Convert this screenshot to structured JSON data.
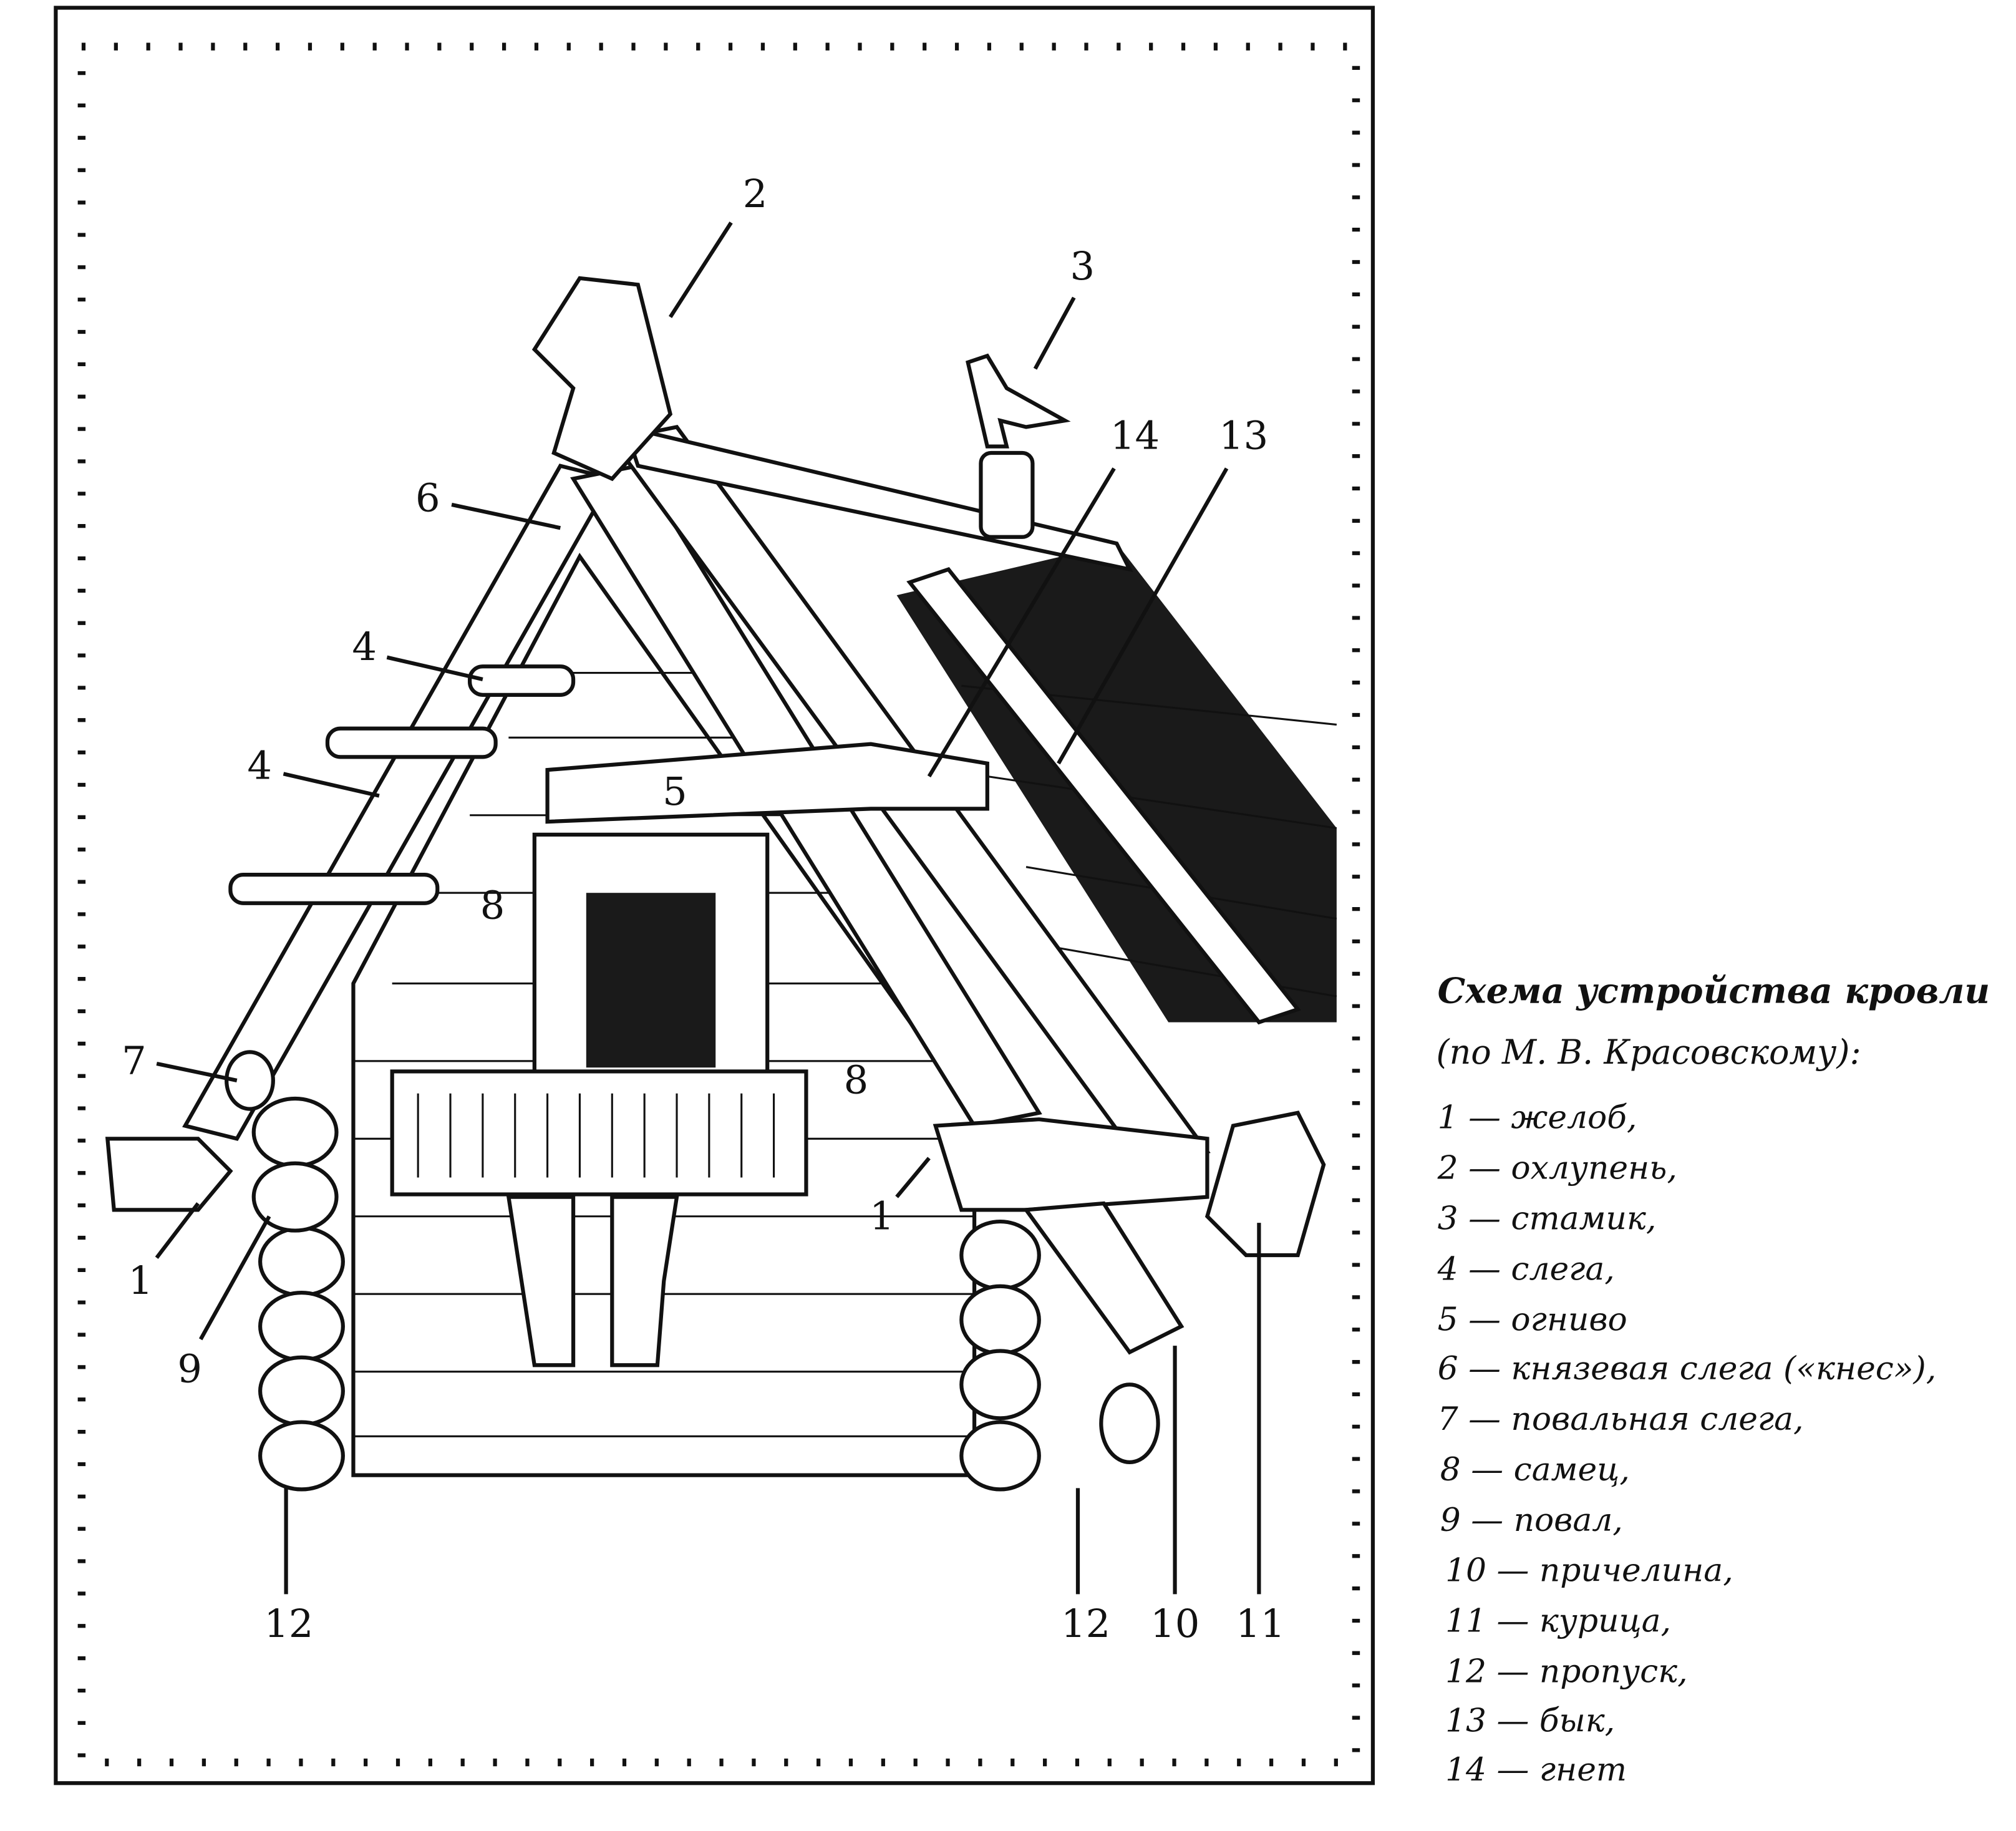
{
  "callouts": {
    "n1a": "1",
    "n1b": "1",
    "n2": "2",
    "n3": "3",
    "n4a": "4",
    "n4b": "4",
    "n5": "5",
    "n6": "6",
    "n7": "7",
    "n8a": "8",
    "n8b": "8",
    "n9": "9",
    "n10": "10",
    "n11": "11",
    "n12a": "12",
    "n12b": "12",
    "n13": "13",
    "n14": "14"
  },
  "legend": {
    "title": "Схема устройства кровли",
    "subtitle": "(по М. В. Красовскому):",
    "items": [
      "1 — желоб,",
      "2 — охлупень,",
      "3 — стамик,",
      "4 — слега,",
      "5 — огниво",
      "6 — князевая слега («кнес»),",
      "7 — повальная слега,",
      "8 — самец,",
      "9 — повал,",
      "10 — причелина,",
      "11 — курица,",
      "12 — пропуск,",
      "13 — бык,",
      "14 — гнет"
    ]
  }
}
